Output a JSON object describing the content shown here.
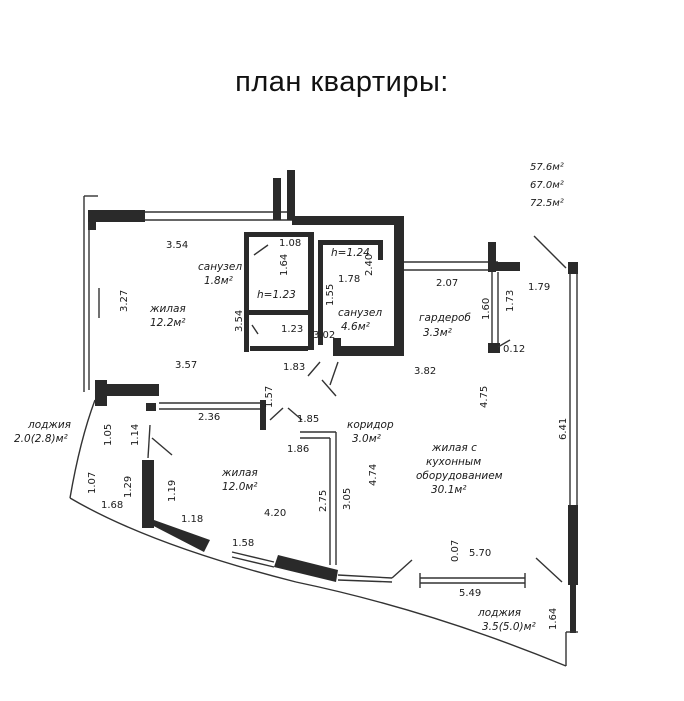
{
  "title": "план квартиры:",
  "totals": {
    "line1": "57.6м²",
    "line2": "67.0м²",
    "line3": "72.5м²"
  },
  "rooms": [
    {
      "id": "living1",
      "name": "жилая",
      "area": "12.2м²"
    },
    {
      "id": "bath1",
      "name": "санузел",
      "area": "1.8м²"
    },
    {
      "id": "bath2",
      "name": "санузел",
      "area": "4.6м²"
    },
    {
      "id": "wardrobe",
      "name": "гардероб",
      "area": "3.3м²"
    },
    {
      "id": "corridor",
      "name": "коридор",
      "area": "3.0м²"
    },
    {
      "id": "living2",
      "name": "жилая",
      "area": "12.0м²"
    },
    {
      "id": "living3",
      "name_l1": "жилая с",
      "name_l2": "кухонным",
      "name_l3": "оборудованием",
      "area": "30.1м²"
    },
    {
      "id": "loggia1",
      "name": "лоджия",
      "area": "2.0(2.8)м²"
    },
    {
      "id": "loggia2",
      "name": "лоджия",
      "area": "3.5(5.0)м²"
    }
  ],
  "heights": {
    "h1": "h=1.24",
    "h2": "h=1.23"
  },
  "dims": {
    "d354a": "3.54",
    "d327": "3.27",
    "d108": "1.08",
    "d164": "1.64",
    "d354b": "3.54",
    "d123": "1.23",
    "d178": "1.78",
    "d240": "2.40",
    "d155": "1.55",
    "d302": "3.02",
    "d207": "2.07",
    "d160": "1.60",
    "d173": "1.73",
    "d179": "1.79",
    "d012": "0.12",
    "d357": "3.57",
    "d183": "1.83",
    "d382": "3.82",
    "d475": "4.75",
    "d236": "2.36",
    "d157": "1.57",
    "d185": "1.85",
    "d186": "1.86",
    "d105": "1.05",
    "d114": "1.14",
    "d107": "1.07",
    "d129": "1.29",
    "d168": "1.68",
    "d119": "1.19",
    "d118": "1.18",
    "d420": "4.20",
    "d275": "2.75",
    "d305": "3.05",
    "d474": "4.74",
    "d641": "6.41",
    "d158": "1.58",
    "d007": "0.07",
    "d570": "5.70",
    "d549": "5.49",
    "d164b": "1.64"
  }
}
